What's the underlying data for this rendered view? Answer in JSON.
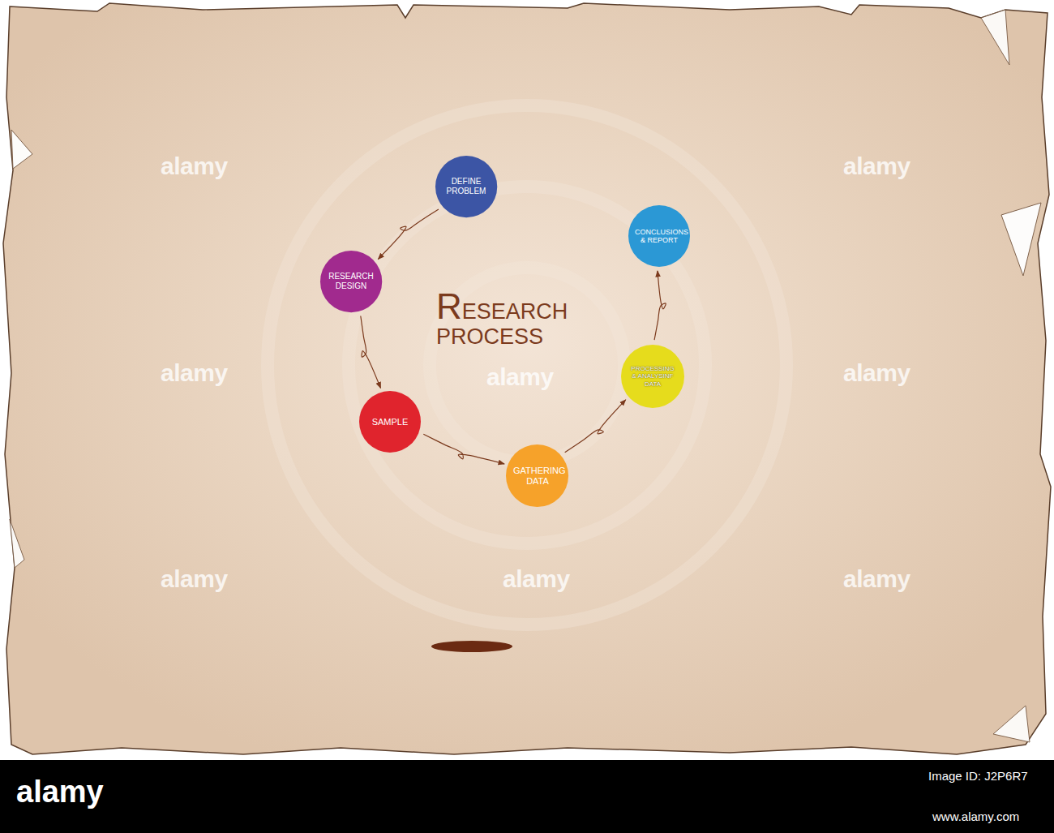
{
  "diagram": {
    "title": "RESEARCH PROCESS",
    "nodes": [
      {
        "text": [
          "DEFINE PROBLEM"
        ]
      },
      {
        "text": [
          "RESEARCH DESIGN"
        ]
      },
      {
        "text": [
          "SAMPLE"
        ]
      },
      {
        "text": [
          "GATHERING DATA"
        ]
      },
      {
        "text": [
          "PROCESSING & ANALYSINF DATA"
        ]
      },
      {
        "text": [
          "CONCLUSIONS & REPORT"
        ]
      }
    ],
    "edges": [
      {
        "from": 0,
        "to": 1,
        "arrow": "to"
      },
      {
        "from": 1,
        "to": 2,
        "arrow": "to"
      },
      {
        "from": 2,
        "to": 3,
        "arrow": "to"
      },
      {
        "from": 3,
        "to": 4,
        "arrow": "to"
      },
      {
        "from": 4,
        "to": 5,
        "arrow": "to"
      }
    ],
    "labels": [
      "alamy",
      "alamy",
      "alamy",
      "alamy",
      "alamy",
      "alamy",
      "alamy",
      "alamy",
      "alamy",
      "Image ID: J2P6R7",
      "www.alamy.com"
    ]
  }
}
